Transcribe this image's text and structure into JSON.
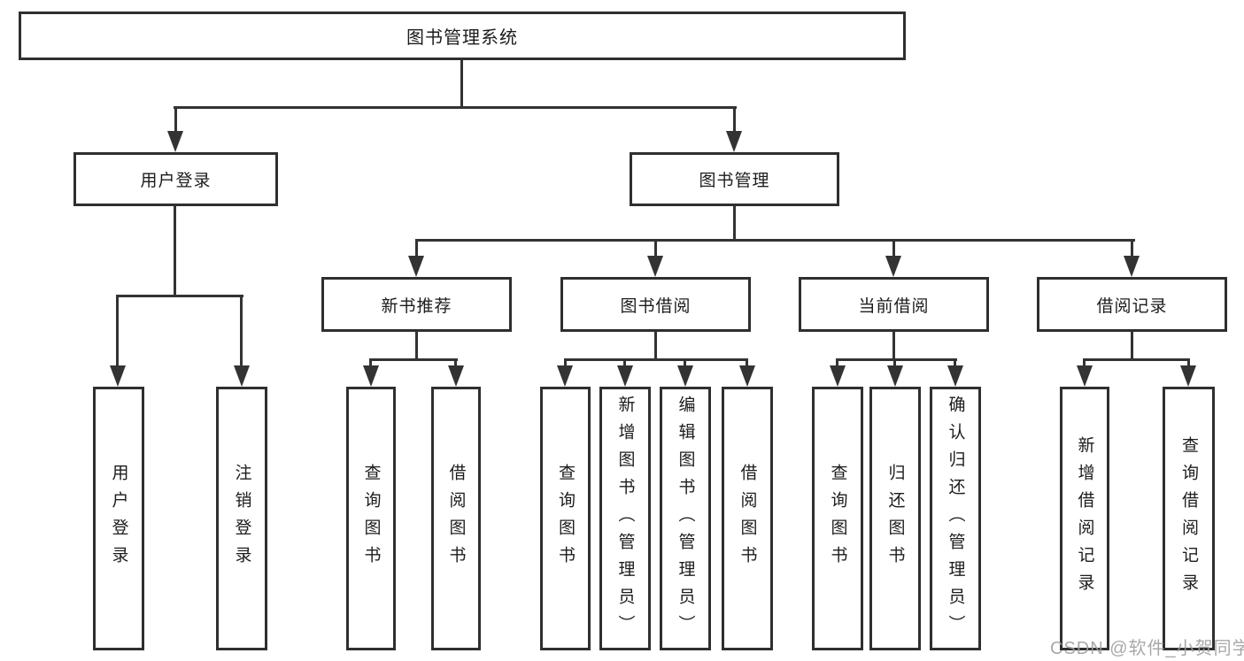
{
  "tree": {
    "root": {
      "label": "图书管理系统",
      "children": [
        {
          "label": "用户登录",
          "children": [
            {
              "label": "用户登录"
            },
            {
              "label": "注销登录"
            }
          ]
        },
        {
          "label": "图书管理",
          "children": [
            {
              "label": "新书推荐",
              "children": [
                {
                  "label": "查询图书"
                },
                {
                  "label": "借阅图书"
                }
              ]
            },
            {
              "label": "图书借阅",
              "children": [
                {
                  "label": "查询图书"
                },
                {
                  "label": "新增图书（管理员）"
                },
                {
                  "label": "编辑图书（管理员）"
                },
                {
                  "label": "借阅图书"
                }
              ]
            },
            {
              "label": "当前借阅",
              "children": [
                {
                  "label": "查询图书"
                },
                {
                  "label": "归还图书"
                },
                {
                  "label": "确认归还（管理员）"
                }
              ]
            },
            {
              "label": "借阅记录",
              "children": [
                {
                  "label": "新增借阅记录"
                },
                {
                  "label": "查询借阅记录"
                }
              ]
            }
          ]
        }
      ]
    }
  },
  "watermark": {
    "text": "CSDN @软件_小贺同学"
  },
  "colors": {
    "line": "#333333",
    "box_border": "#2f2f2f",
    "text": "#1c1c1c",
    "watermark": "#9e9e9e",
    "background": "#ffffff"
  }
}
